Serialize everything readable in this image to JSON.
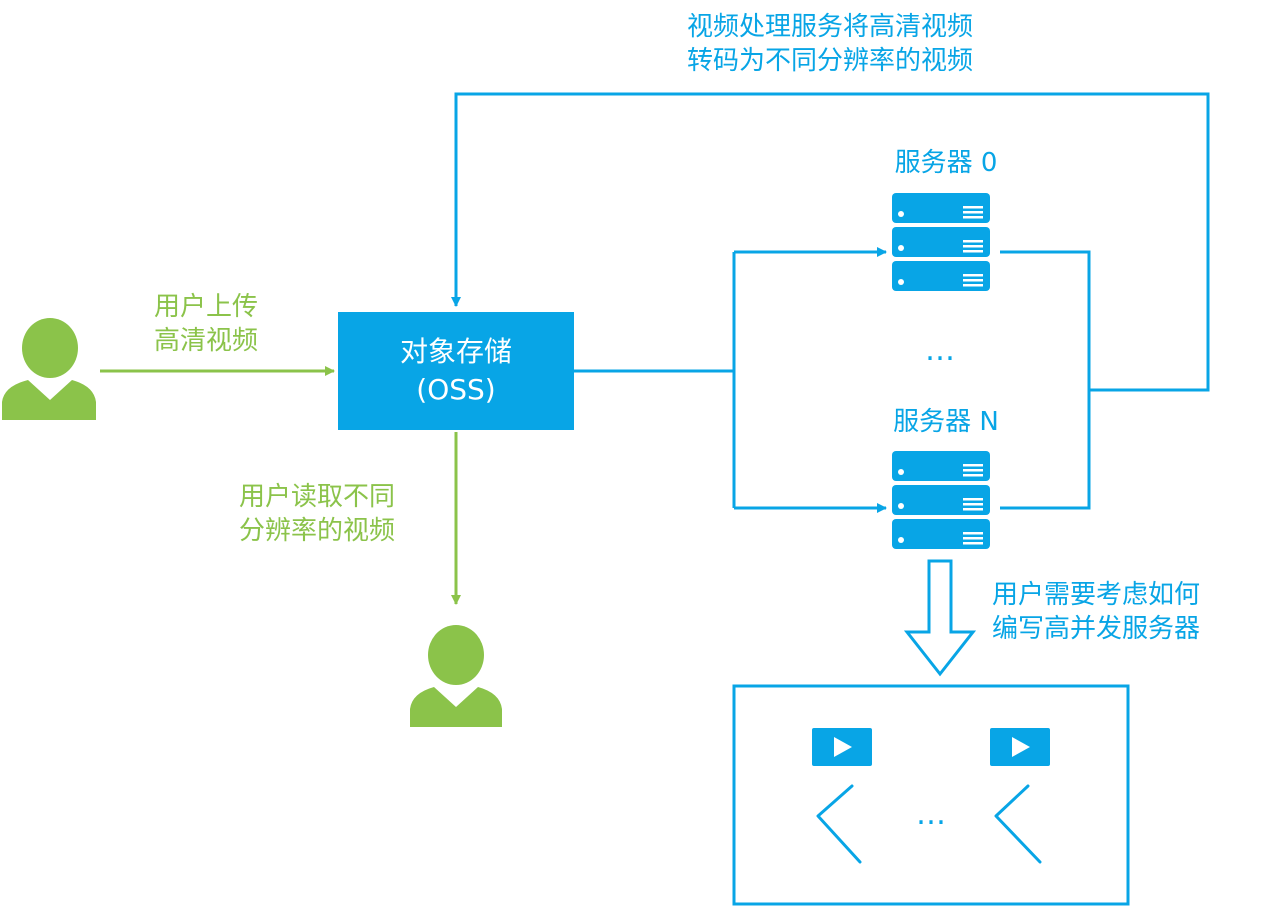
{
  "labels": {
    "upload": "用户上传\n高清视频",
    "read": "用户读取不同\n分辨率的视频",
    "transcode": "视频处理服务将高清视频\n转码为不同分辨率的视频",
    "server_0": "服务器 0",
    "server_n": "服务器 N",
    "servers_ellipsis": "…",
    "concurrency_note": "用户需要考虑如何\n编写高并发服务器",
    "player_ellipsis": "…"
  },
  "oss": {
    "title": "对象存储",
    "subtitle": "(OSS)"
  },
  "colors": {
    "green": "#8bc34a",
    "blue": "#08a5e6",
    "background": "#ffffff"
  },
  "icons": [
    "user-icon",
    "server-rack-icon",
    "play-icon",
    "wave-icon",
    "hollow-down-arrow-icon"
  ]
}
